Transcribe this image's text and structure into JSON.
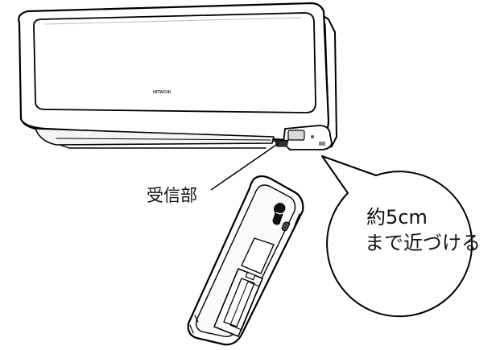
{
  "figure": {
    "receiver_label": "受信部",
    "distance_line1": "約5cm",
    "distance_line2": "まで近づける",
    "brand_logo": "HITACHI"
  }
}
